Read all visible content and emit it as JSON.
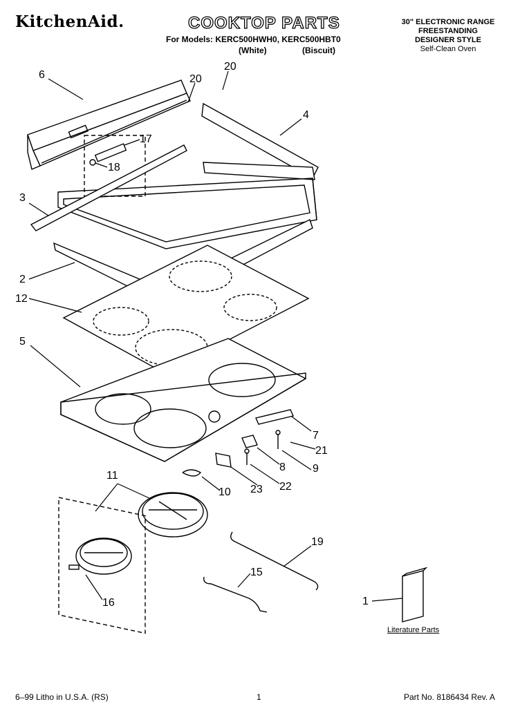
{
  "header": {
    "brand": "KitchenAid.",
    "title": "COOKTOP PARTS",
    "models_line": "For Models: KERC500HWH0, KERC500HBT0",
    "variants": [
      "(White)",
      "(Biscuit)"
    ],
    "product_lines": [
      "30\" ELECTRONIC RANGE",
      "FREESTANDING",
      "DESIGNER STYLE"
    ],
    "product_subline": "Self-Clean Oven"
  },
  "callouts": {
    "p1": "1",
    "p2": "2",
    "p3": "3",
    "p4": "4",
    "p5": "5",
    "p6": "6",
    "p7": "7",
    "p8": "8",
    "p9": "9",
    "p10": "10",
    "p11": "11",
    "p12": "12",
    "p15": "15",
    "p16": "16",
    "p17": "17",
    "p18": "18",
    "p19": "19",
    "p20a": "20",
    "p20b": "20",
    "p21": "21",
    "p22": "22",
    "p23": "23"
  },
  "literature_label": "Literature Parts",
  "footer": {
    "left": "6–99 Litho in U.S.A. (RS)",
    "center": "1",
    "right": "Part No. 8186434 Rev. A"
  }
}
